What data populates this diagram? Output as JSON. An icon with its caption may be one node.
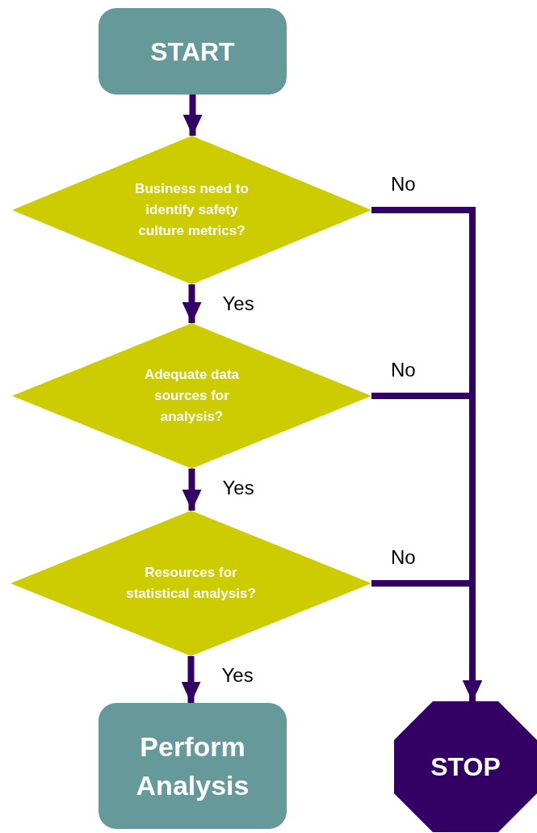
{
  "diagram": {
    "nodes": [
      {
        "text": [
          "START"
        ]
      },
      {
        "text": [
          "Business need to identify safety culture metrics?"
        ]
      },
      {
        "text": [
          "Adequate data sources for analysis?"
        ]
      },
      {
        "text": [
          "Resources for statistical analysis?"
        ]
      },
      {
        "text": [
          "Perform Analysis"
        ]
      },
      {
        "text": [
          "STOP"
        ]
      }
    ],
    "edges": [
      {
        "from": 0,
        "to": 1,
        "arrow": "to"
      },
      {
        "from": 1,
        "to": 2,
        "arrow": "to",
        "label": "Yes"
      },
      {
        "from": 2,
        "to": 3,
        "arrow": "to",
        "label": "Yes"
      },
      {
        "from": 3,
        "to": 4,
        "arrow": "to",
        "label": "Yes"
      },
      {
        "from": 1,
        "to": 5,
        "arrow": "to",
        "label": "No"
      },
      {
        "from": 2,
        "to": 5,
        "arrow": "to",
        "label": "No"
      },
      {
        "from": 3,
        "to": 5,
        "arrow": "to",
        "label": "No"
      }
    ]
  }
}
